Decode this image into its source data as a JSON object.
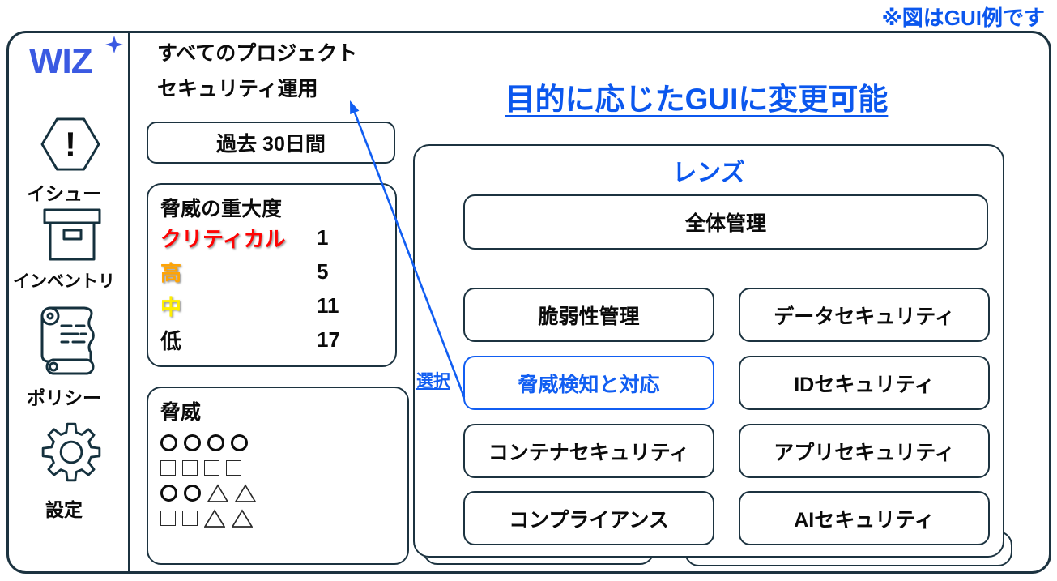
{
  "note": "※図はGUI例です",
  "main_title": "目的に応じたGUIに変更可能",
  "sidebar": {
    "logo": "WIZ",
    "items": [
      {
        "icon": "issue-hexagon-icon",
        "label": "イシュー"
      },
      {
        "icon": "inventory-box-icon",
        "label": "インベントリ"
      },
      {
        "icon": "policy-scroll-icon",
        "label": "ポリシー"
      },
      {
        "icon": "settings-gear-icon",
        "label": "設定"
      }
    ]
  },
  "header": {
    "project": "すべてのプロジェクト",
    "view": "セキュリティ運用"
  },
  "period_button": "過去 30日間",
  "severity_panel": {
    "title": "脅威の重大度",
    "rows": [
      {
        "label": "クリティカル",
        "value": "1",
        "color": "#fe0303"
      },
      {
        "label": "高",
        "value": "5",
        "color": "#ffa405"
      },
      {
        "label": "中",
        "value": "11",
        "color": "#ffef00"
      },
      {
        "label": "低",
        "value": "17",
        "color": "#0d0d0d"
      }
    ]
  },
  "threats_panel": {
    "title": "脅威",
    "shape_rows": [
      [
        "circle",
        "circle",
        "circle",
        "circle"
      ],
      [
        "square",
        "square",
        "square",
        "square"
      ],
      [
        "circle",
        "circle",
        "triangle",
        "triangle"
      ],
      [
        "square",
        "square",
        "triangle",
        "triangle"
      ]
    ]
  },
  "lens_panel": {
    "title": "レンズ",
    "full_button": "全体管理",
    "buttons": [
      {
        "label": "脆弱性管理",
        "selected": false
      },
      {
        "label": "データセキュリティ",
        "selected": false
      },
      {
        "label": "脅威検知と対応",
        "selected": true
      },
      {
        "label": "IDセキュリティ",
        "selected": false
      },
      {
        "label": "コンテナセキュリティ",
        "selected": false
      },
      {
        "label": "アプリセキュリティ",
        "selected": false
      },
      {
        "label": "コンプライアンス",
        "selected": false
      },
      {
        "label": "AIセキュリティ",
        "selected": false
      }
    ],
    "selection_label": "選択"
  },
  "colors": {
    "accent_blue": "#0b57ee",
    "selected_blue": "#115ef2",
    "border_dark": "#1c3340",
    "logo_blue": "#3b5ae2",
    "critical_red": "#fe0303",
    "high_orange": "#ffa405",
    "medium_yellow": "#ffef00"
  }
}
